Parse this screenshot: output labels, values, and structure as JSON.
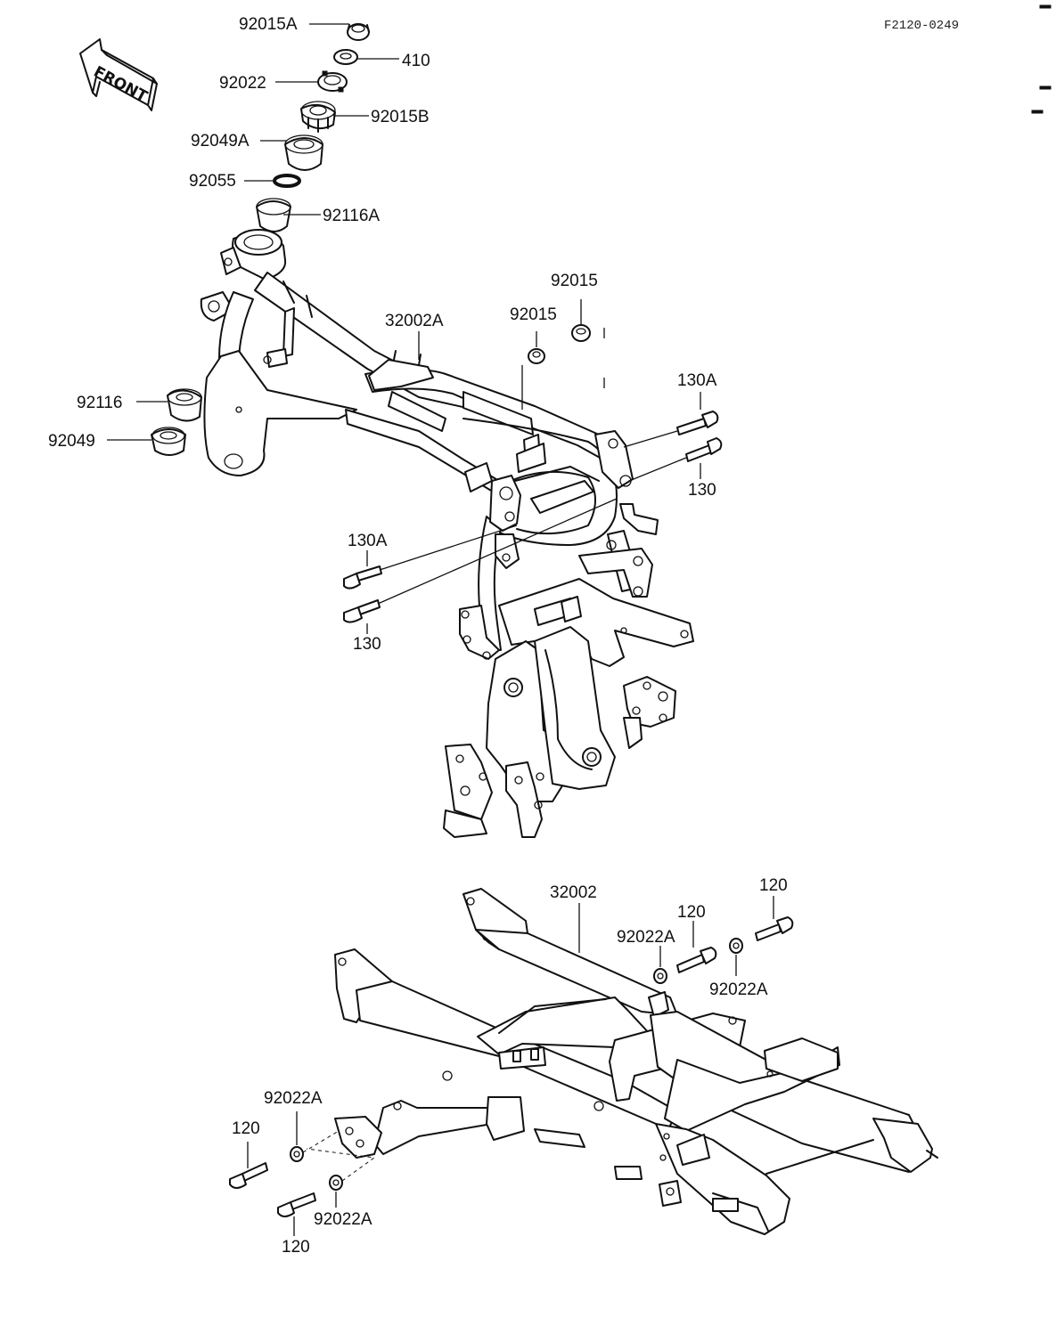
{
  "doc_code": "F2120-0249",
  "front_arrow": "FRONT",
  "callouts": [
    {
      "id": "92015A-top",
      "label": "92015A"
    },
    {
      "id": "410",
      "label": "410"
    },
    {
      "id": "92022",
      "label": "92022"
    },
    {
      "id": "92015B",
      "label": "92015B"
    },
    {
      "id": "92049A",
      "label": "92049A"
    },
    {
      "id": "92055",
      "label": "92055"
    },
    {
      "id": "92116A",
      "label": "92116A"
    },
    {
      "id": "92015-upper",
      "label": "92015"
    },
    {
      "id": "92015-lower",
      "label": "92015"
    },
    {
      "id": "32002A",
      "label": "32002A"
    },
    {
      "id": "130A-right",
      "label": "130A"
    },
    {
      "id": "130-right",
      "label": "130"
    },
    {
      "id": "92116",
      "label": "92116"
    },
    {
      "id": "92049",
      "label": "92049"
    },
    {
      "id": "130A-left",
      "label": "130A"
    },
    {
      "id": "130-left",
      "label": "130"
    },
    {
      "id": "32002",
      "label": "32002"
    },
    {
      "id": "120-top-right",
      "label": "120"
    },
    {
      "id": "120-mid-right",
      "label": "120"
    },
    {
      "id": "92022A-mid",
      "label": "92022A"
    },
    {
      "id": "92022A-right",
      "label": "92022A"
    },
    {
      "id": "92022A-left-top",
      "label": "92022A"
    },
    {
      "id": "120-left",
      "label": "120"
    },
    {
      "id": "92022A-left-bottom",
      "label": "92022A"
    },
    {
      "id": "120-bottom",
      "label": "120"
    }
  ]
}
